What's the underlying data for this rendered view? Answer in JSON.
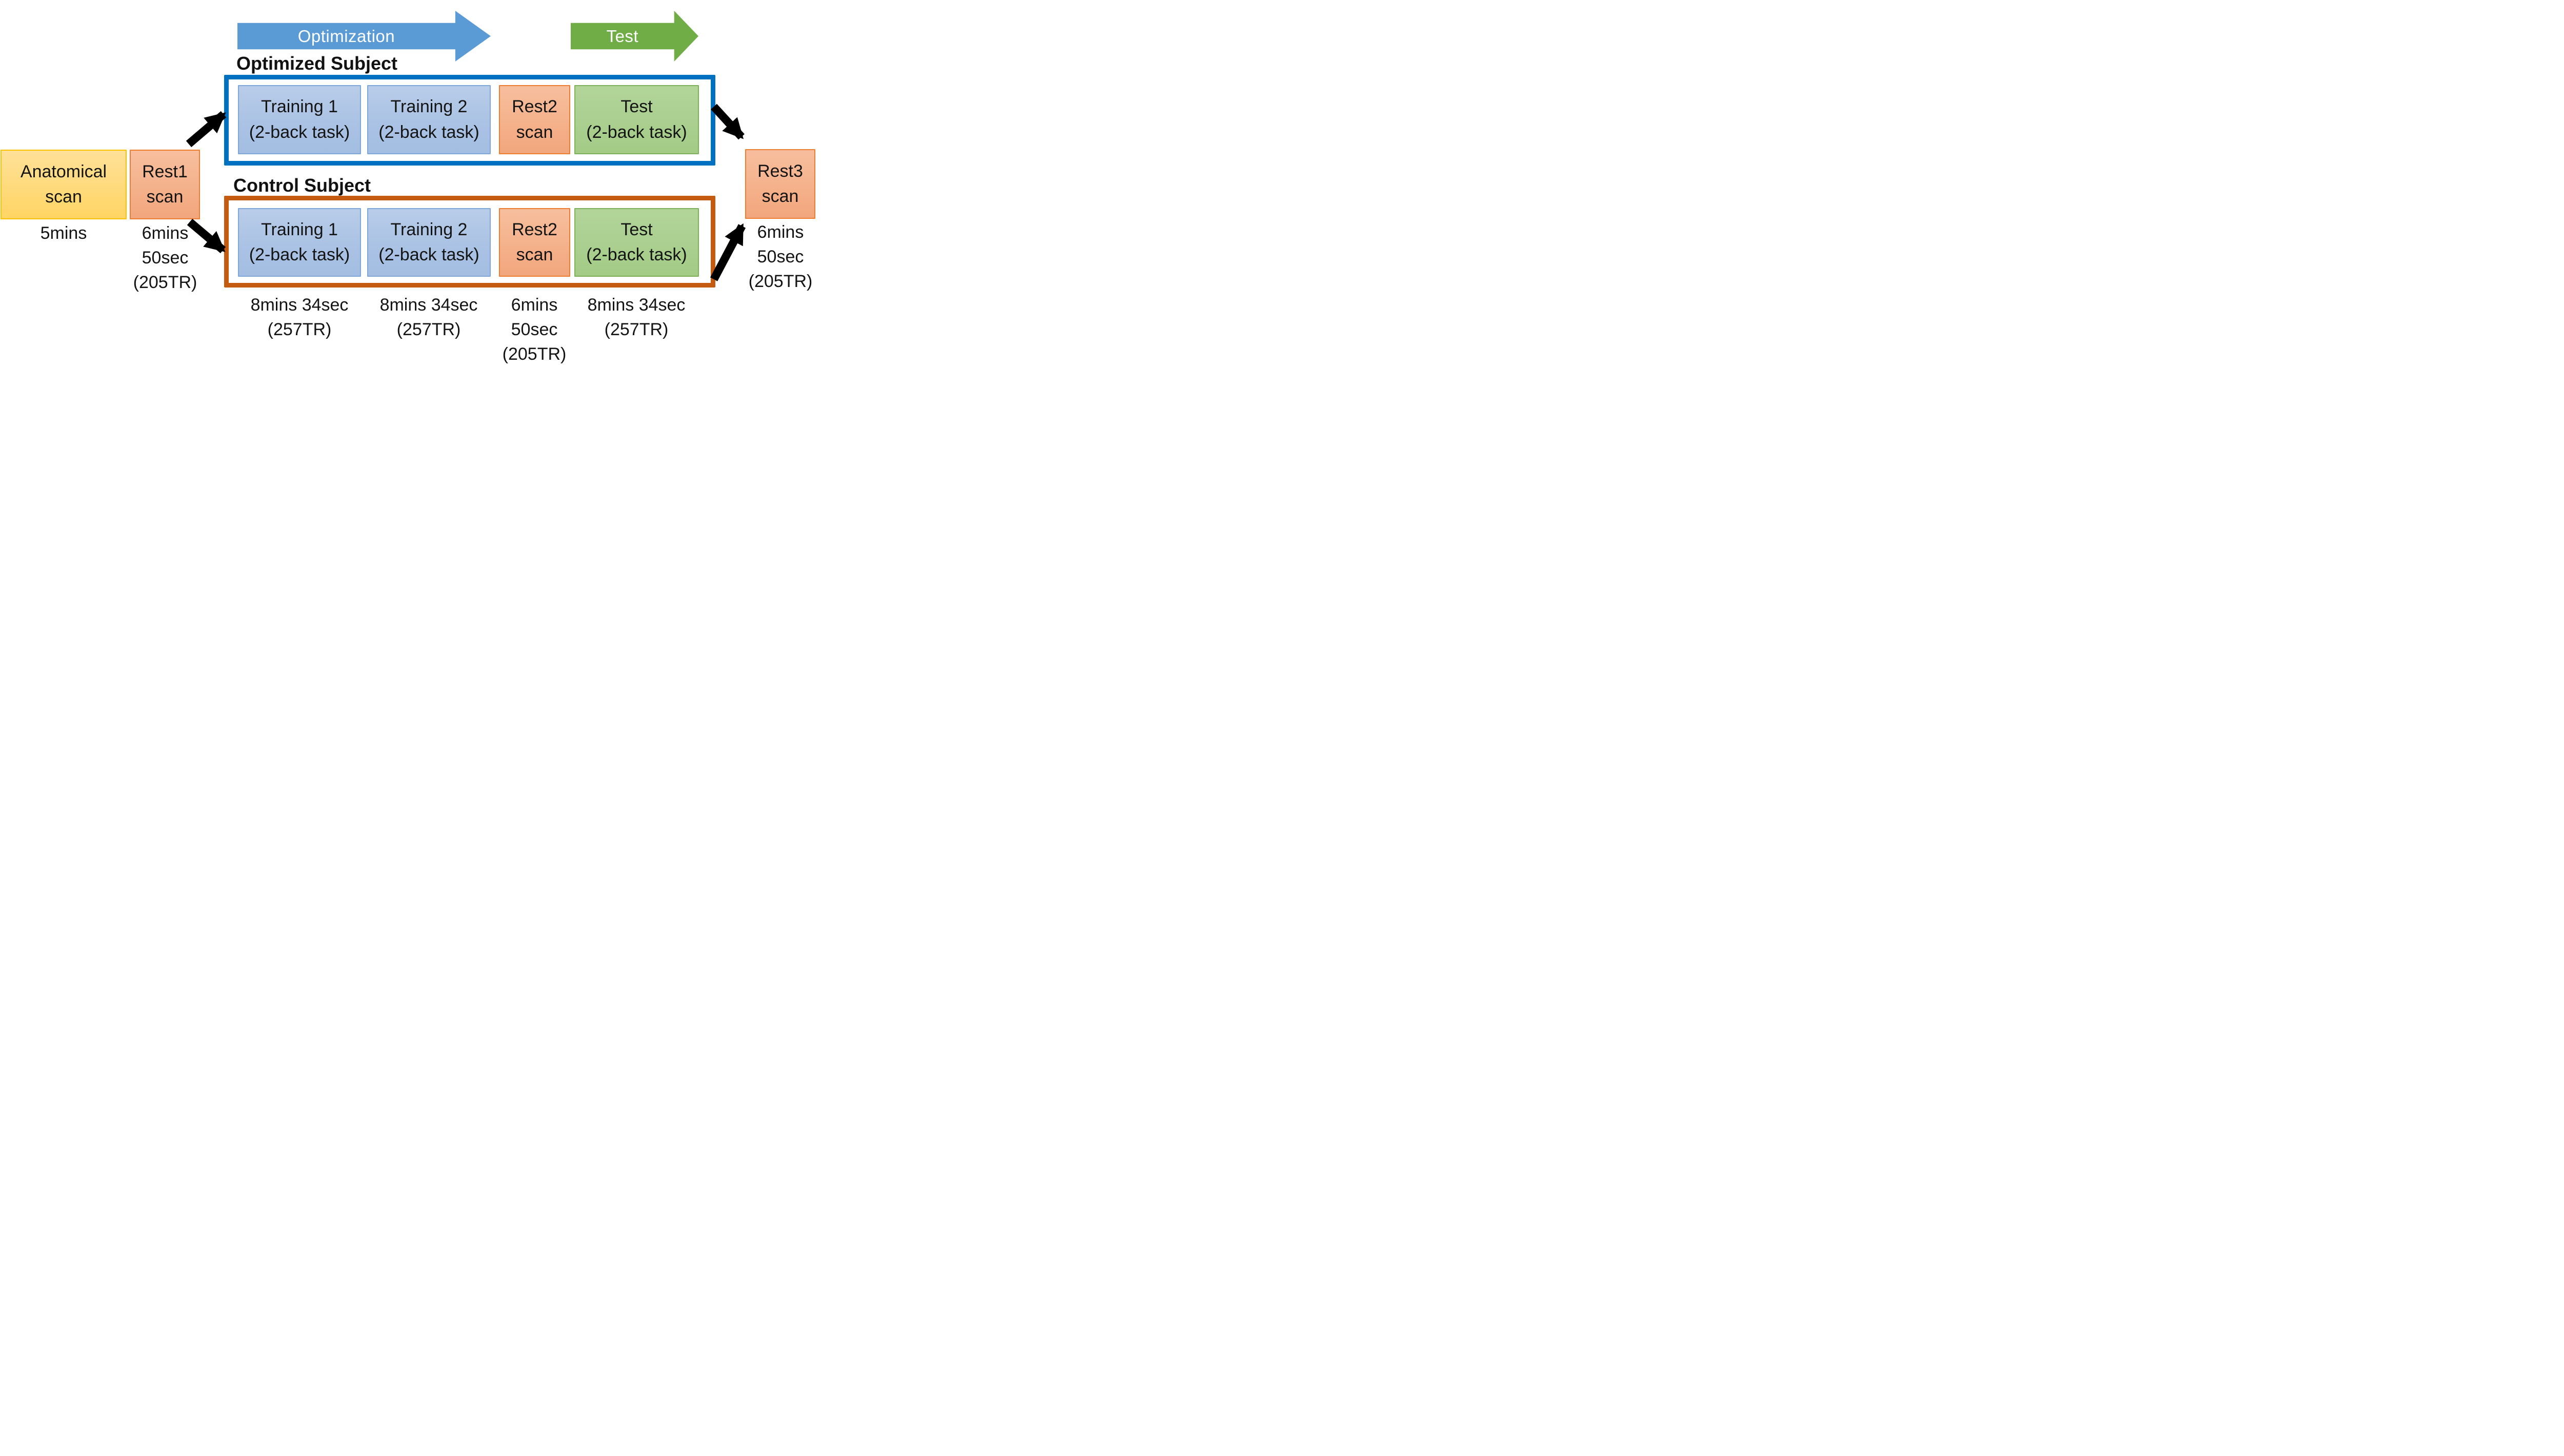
{
  "banner_arrows": {
    "optimization": {
      "label": "Optimization",
      "color": "#5B9BD5"
    },
    "test": {
      "label": "Test",
      "color": "#70AD47"
    }
  },
  "groups": {
    "optimized": {
      "title": "Optimized Subject",
      "border_color": "#0070C0",
      "boxes": [
        {
          "line1": "Training 1",
          "line2": "(2-back task)"
        },
        {
          "line1": "Training 2",
          "line2": "(2-back task)"
        },
        {
          "line1": "Rest2",
          "line2": "scan"
        },
        {
          "line1": "Test",
          "line2": "(2-back task)"
        }
      ]
    },
    "control": {
      "title": "Control Subject",
      "border_color": "#C55A11",
      "boxes": [
        {
          "line1": "Training 1",
          "line2": "(2-back task)"
        },
        {
          "line1": "Training 2",
          "line2": "(2-back task)"
        },
        {
          "line1": "Rest2",
          "line2": "scan"
        },
        {
          "line1": "Test",
          "line2": "(2-back task)"
        }
      ]
    }
  },
  "side_boxes": {
    "anatomical": {
      "line1": "Anatomical",
      "line2": "scan",
      "fill": "#FFD966",
      "border": "#FFC000"
    },
    "rest1": {
      "line1": "Rest1",
      "line2": "scan",
      "fill": "#F2A67C",
      "border": "#ED7D31"
    },
    "rest3": {
      "line1": "Rest3",
      "line2": "scan",
      "fill": "#F2A67C",
      "border": "#ED7D31"
    }
  },
  "durations": {
    "anatomical": {
      "l1": "5mins"
    },
    "rest1": {
      "l1": "6mins",
      "l2": "50sec",
      "l3": "(205TR)"
    },
    "rest3": {
      "l1": "6mins",
      "l2": "50sec",
      "l3": "(205TR)"
    },
    "training1": {
      "l1": "8mins 34sec",
      "l2": "(257TR)"
    },
    "training2": {
      "l1": "8mins 34sec",
      "l2": "(257TR)"
    },
    "rest2": {
      "l1": "6mins",
      "l2": "50sec",
      "l3": "(205TR)"
    },
    "test": {
      "l1": "8mins 34sec",
      "l2": "(257TR)"
    }
  },
  "connector_color": "#000000"
}
